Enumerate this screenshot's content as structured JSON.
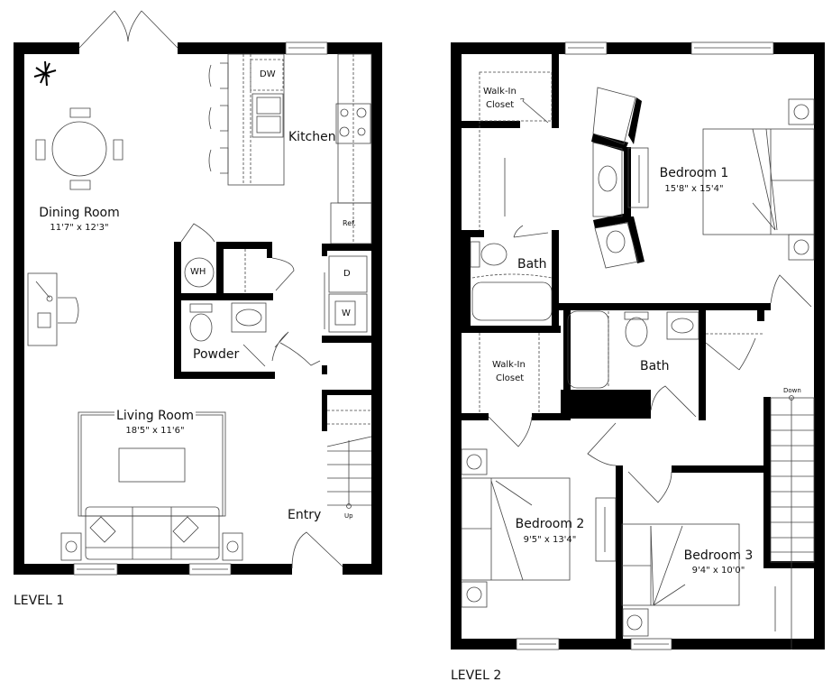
{
  "plans": [
    {
      "level_label": "LEVEL 1",
      "rooms": [
        {
          "name": "Dining Room",
          "dimensions": "11'7\" x 12'3\""
        },
        {
          "name": "Kitchen"
        },
        {
          "name": "Living Room",
          "dimensions": "18'5\" x 11'6\""
        },
        {
          "name": "Powder"
        },
        {
          "name": "Entry"
        }
      ],
      "fixtures": {
        "dishwasher": "DW",
        "refrigerator": "Ref.",
        "water_heater": "WH",
        "dryer": "D",
        "washer": "W",
        "stairs": "Up"
      }
    },
    {
      "level_label": "LEVEL 2",
      "rooms": [
        {
          "name": "Bedroom 1",
          "dimensions": "15'8\" x 15'4\""
        },
        {
          "name": "Walk-In Closet"
        },
        {
          "name": "Bath"
        },
        {
          "name": "Walk-In Closet"
        },
        {
          "name": "Bath"
        },
        {
          "name": "Bedroom 2",
          "dimensions": "9'5\" x 13'4\""
        },
        {
          "name": "Bedroom 3",
          "dimensions": "9'4\" x 10'0\""
        }
      ],
      "fixtures": {
        "stairs": "Down"
      }
    }
  ],
  "labels": {
    "walk_in_line1": "Walk-In",
    "walk_in_line2": "Closet"
  }
}
